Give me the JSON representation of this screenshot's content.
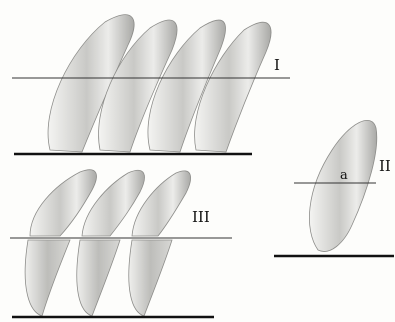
{
  "figure": {
    "labels": {
      "group_one": "I",
      "group_two": "II",
      "group_three": "III",
      "point_a": "a"
    }
  }
}
